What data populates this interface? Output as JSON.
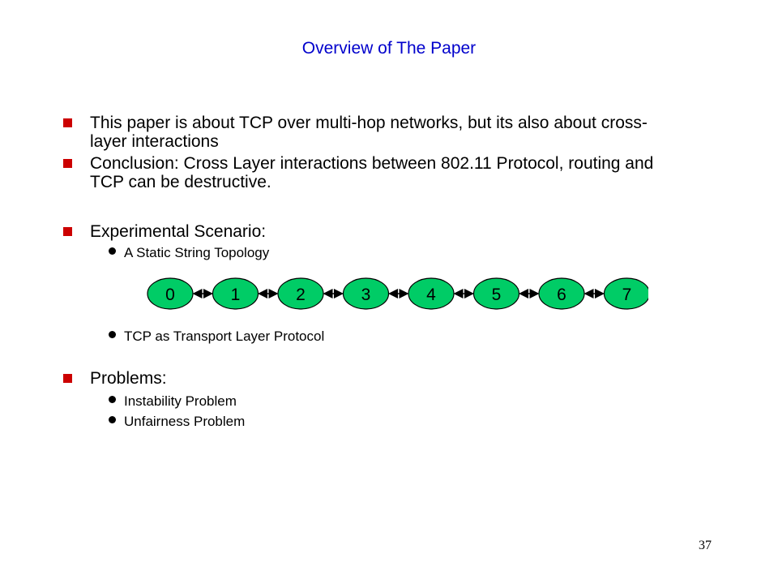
{
  "slide": {
    "title": "Overview of The Paper",
    "page_number": "37"
  },
  "colors": {
    "title": "#0000cc",
    "bullet_marker": "#cc0000",
    "node_fill": "#00cc66",
    "node_stroke": "#000000"
  },
  "bullets": [
    {
      "text": "This paper is about TCP over multi-hop networks, but its also about cross-layer interactions"
    },
    {
      "text": "Conclusion: Cross Layer interactions between 802.11 Protocol, routing and TCP can be destructive."
    },
    {
      "text": "Experimental Scenario:"
    },
    {
      "text": "Problems:"
    }
  ],
  "sub_bullets": {
    "scenario": [
      "A Static String Topology",
      "TCP as Transport Layer Protocol"
    ],
    "problems": [
      "Instability Problem",
      "Unfairness Problem"
    ]
  },
  "topology": {
    "nodes": [
      "0",
      "1",
      "2",
      "3",
      "4",
      "5",
      "6",
      "7"
    ],
    "link_style": "bidirectional-arrow"
  }
}
